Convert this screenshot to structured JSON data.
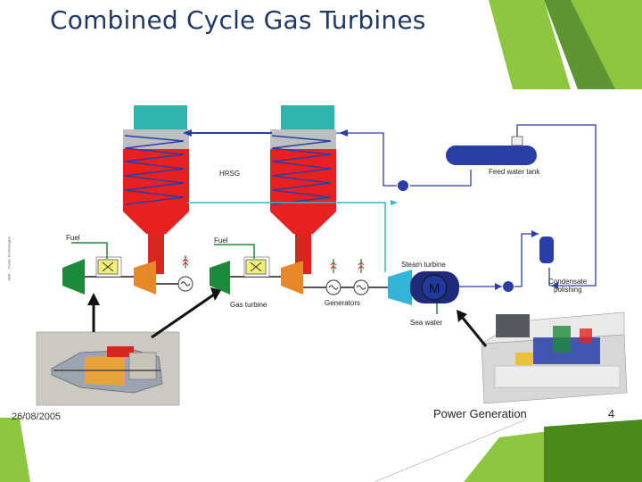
{
  "slide": {
    "title": "Combined Cycle Gas Turbines"
  },
  "diagram": {
    "labels": {
      "hrsg": "HRSG",
      "feed_water_tank": "Feed water tank",
      "fuel_left": "Fuel",
      "fuel_right": "Fuel",
      "gas_turbine": "Gas turbine",
      "generators": "Generators",
      "steam_turbine": "Steam turbine",
      "sea_water": "Sea water",
      "condensate_line1": "Condensate",
      "condensate_line2": "polishing",
      "motor_symbol": "M"
    },
    "side_caption": "ABB ... Power Technologies"
  },
  "footer": {
    "date": "26/08/2005",
    "section": "Power Generation",
    "page_number": "4"
  },
  "colors": {
    "accent_green": "#8dc63f",
    "dark_green": "#4a8a1c",
    "title_blue": "#1f3864",
    "pipe_blue": "#2a3ea8",
    "pipe_cyan": "#34b4d8",
    "hrsg_red": "#e8201f",
    "hrsg_teal": "#2fb3ad",
    "exhaust_red": "#d9261c",
    "turbine_orange": "#e8862a",
    "compressor_green": "#1d8a3a"
  }
}
